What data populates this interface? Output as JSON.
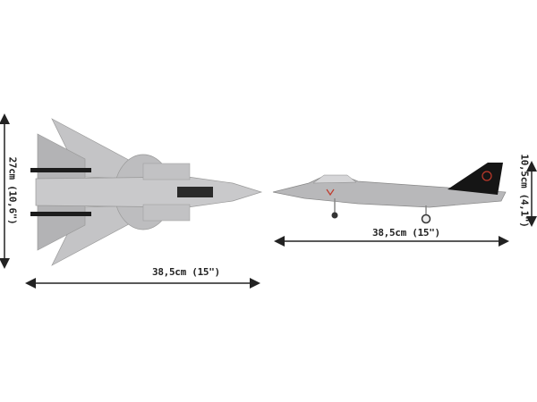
{
  "top_view": {
    "width_label": "38,5cm (15\")",
    "height_label": "27cm (10,6\")"
  },
  "side_view": {
    "length_label": "38,5cm (15\")",
    "height_label": "10,5cm (4,1\")"
  },
  "colors": {
    "body": "#b9b9bb",
    "dark": "#1c1c1c",
    "accent": "#c0392b",
    "line": "#222222"
  }
}
